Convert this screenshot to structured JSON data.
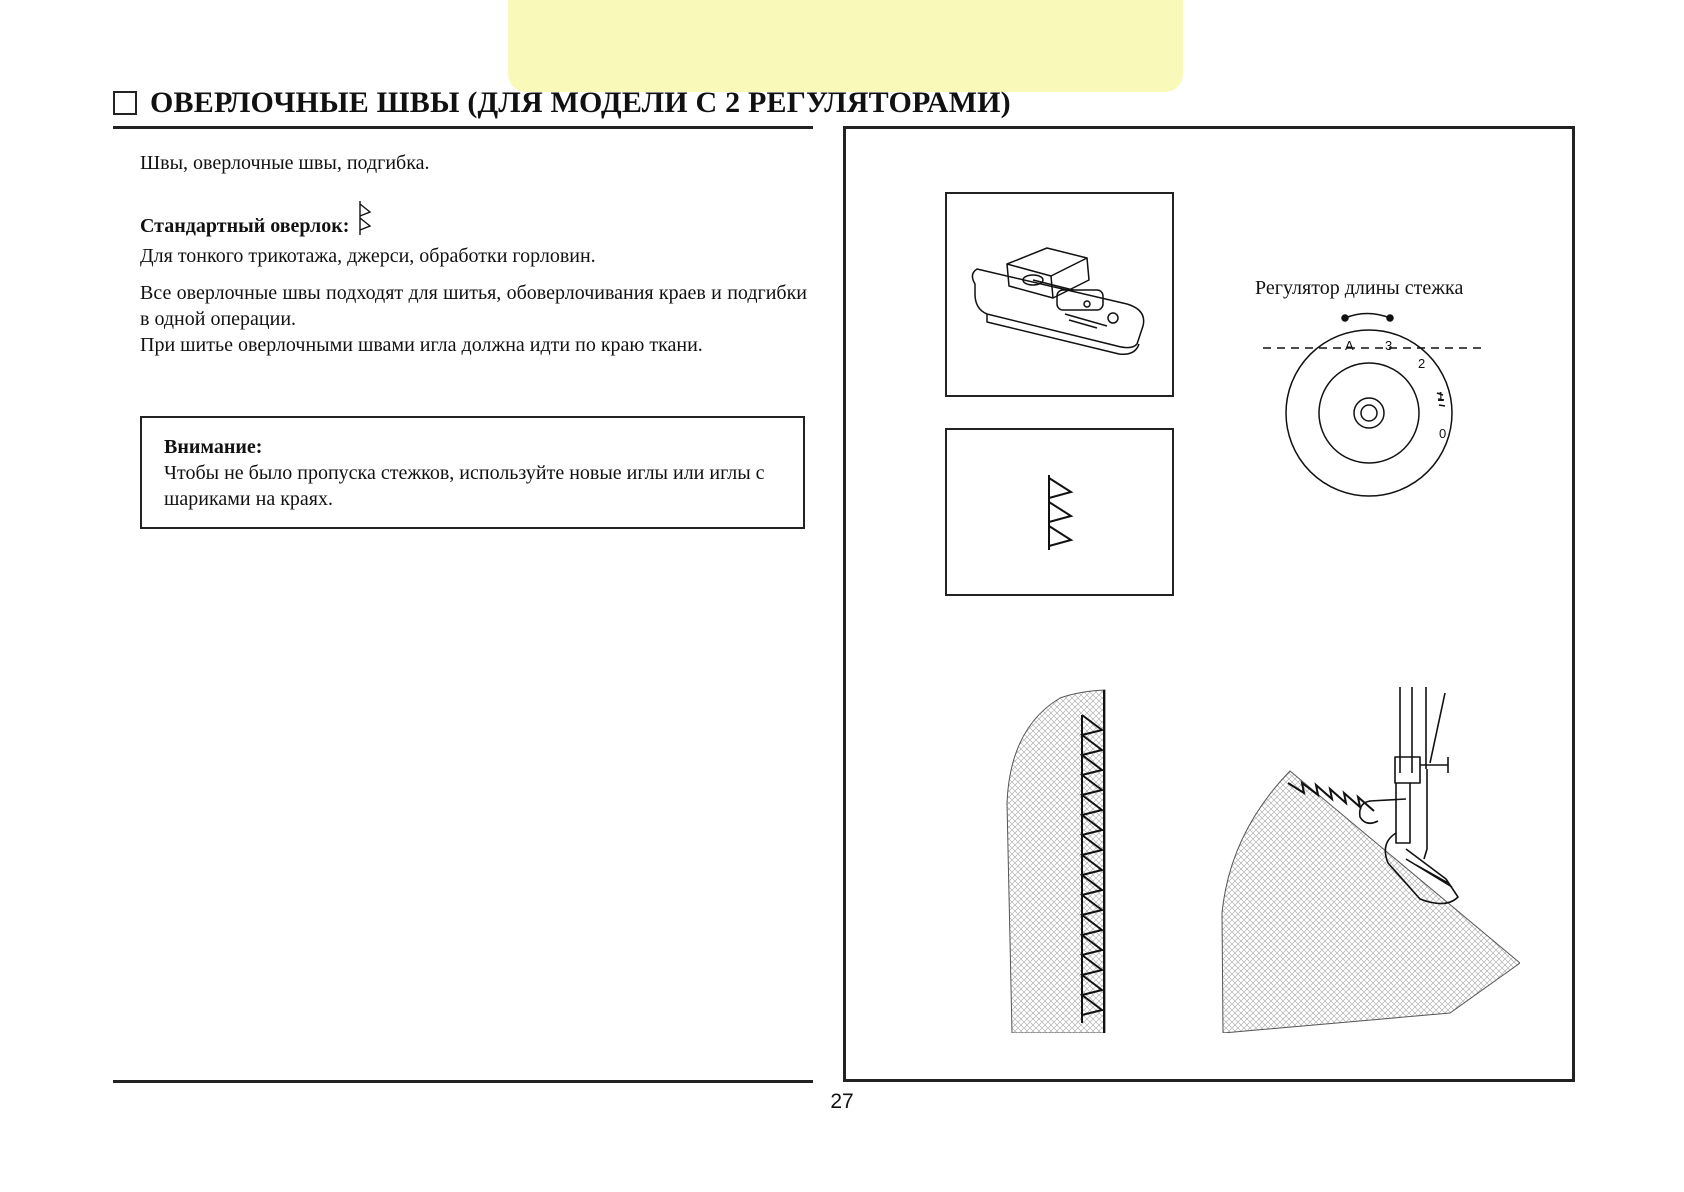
{
  "header": {
    "title": "ОВЕРЛОЧНЫЕ ШВЫ (ДЛЯ МОДЕЛИ С 2 РЕГУЛЯТОРАМИ)"
  },
  "content": {
    "intro": "Швы, оверлочные швы, подгибка.",
    "standard_label": "Стандартный оверлок:",
    "standard_icon": "overlock-stitch-icon",
    "standard_desc": "Для тонкого трикотажа, джерси, обработки горловин.",
    "general_line1": "Все оверлочные швы подходят для шитья, обоверлочивания краев и подгибки в одной операции.",
    "general_line2": "При шитье оверлочными швами игла должна идти по краю ткани."
  },
  "note": {
    "title": "Внимание:",
    "text": "Чтобы не было пропуска стежков, используйте новые иглы или иглы с шариками на краях."
  },
  "figures": {
    "foot_icon": "overlock-presser-foot-icon",
    "pattern_icon": "overlock-stitch-pattern-icon",
    "dial_label": "Регулятор длины стежка",
    "dial_marks": [
      "A",
      "3",
      "2",
      "1",
      "0"
    ],
    "fabric_icon": "overlocked-fabric-edge-icon",
    "machine_icon": "sewing-needle-fabric-icon"
  },
  "footer": {
    "page_number": "27"
  },
  "colors": {
    "tab_highlight": "#f9f9b9",
    "ink": "#111111"
  }
}
